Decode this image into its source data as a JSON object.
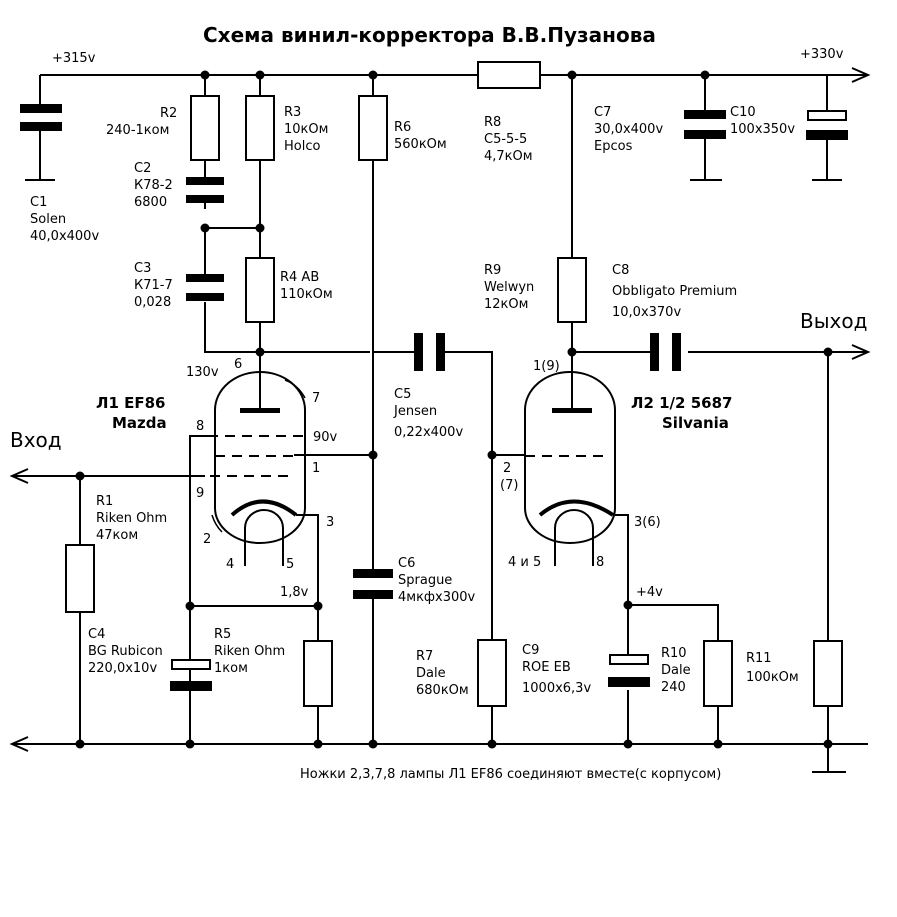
{
  "title": "Схема винил-корректора В.В.Пузанова",
  "rails": {
    "left": "+315v",
    "right": "+330v"
  },
  "io": {
    "input": "Вход",
    "output": "Выход"
  },
  "note": "Ножки 2,3,7,8 лампы Л1 EF86 соединяют вместе(с корпусом)",
  "voltages": {
    "v130": "130v",
    "v90": "90v",
    "v1_8": "1,8v",
    "v4": "+4v"
  },
  "tube1": {
    "name": "Л1 EF86",
    "maker": "Mazda",
    "pins": {
      "p6": "6",
      "p7": "7",
      "p8": "8",
      "p1": "1",
      "p9": "9",
      "p2": "2",
      "p3": "3",
      "p4": "4",
      "p5": "5"
    }
  },
  "tube2": {
    "name": "Л2 1/2 5687",
    "maker": "Silvania",
    "pins": {
      "p1": "1(9)",
      "p2": "2",
      "p2b": "(7)",
      "p3": "3(6)",
      "p45": "4 и 5",
      "p8": "8"
    }
  },
  "components": {
    "C1": [
      "C1",
      "Solen",
      "40,0x400v"
    ],
    "R2": [
      "R2",
      "240-1ком"
    ],
    "C2": [
      "C2",
      "К78-2",
      "6800"
    ],
    "R3": [
      "R3",
      "10кОм",
      "Holco"
    ],
    "C3": [
      "C3",
      "К71-7",
      "0,028"
    ],
    "R4": [
      "R4 AB",
      "110кОм"
    ],
    "R6": [
      "R6",
      "560кОм"
    ],
    "R8": [
      "R8",
      "C5-5-5",
      "4,7кОм"
    ],
    "C7": [
      "C7",
      "30,0x400v",
      "Epcos"
    ],
    "C10": [
      "C10",
      "100x350v"
    ],
    "R9": [
      "R9",
      "Welwyn",
      "12кОм"
    ],
    "C8": [
      "C8",
      "Obbligato Premium",
      "10,0x370v"
    ],
    "C5": [
      "C5",
      "Jensen",
      "0,22x400v"
    ],
    "R1": [
      "R1",
      "Riken Ohm",
      "47ком"
    ],
    "C6": [
      "C6",
      "Sprague",
      "4мкфx300v"
    ],
    "C4": [
      "C4",
      "BG Rubicon",
      "220,0x10v"
    ],
    "R5": [
      "R5",
      "Riken Ohm",
      "1ком"
    ],
    "R7": [
      "R7",
      "Dale",
      "680кОм"
    ],
    "C9": [
      "C9",
      "ROE EB",
      "1000x6,3v"
    ],
    "R10": [
      "R10",
      "Dale",
      "240"
    ],
    "R11": [
      "R11",
      "100кОм"
    ]
  }
}
